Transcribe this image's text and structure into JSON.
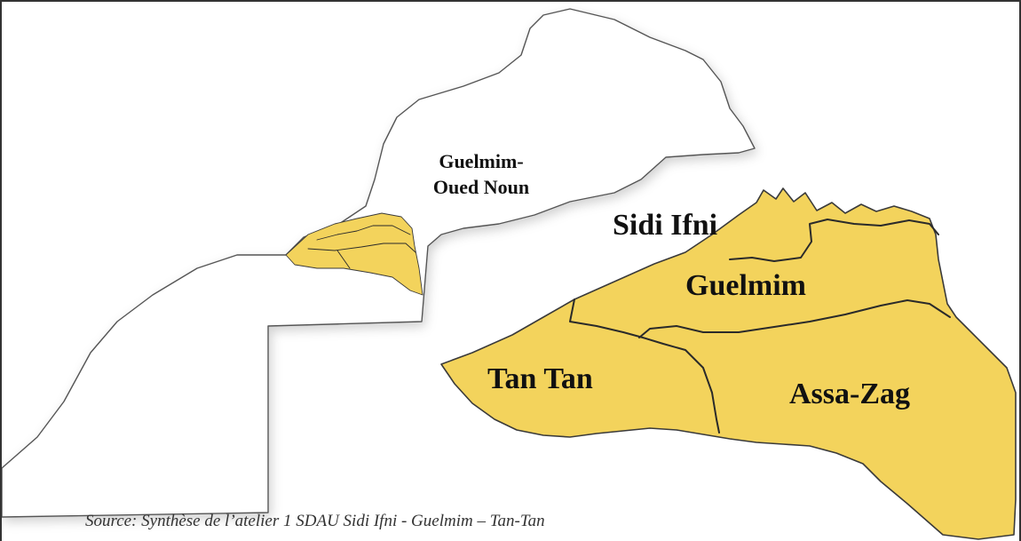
{
  "map": {
    "region_label_lines": [
      "Guelmim-",
      "Oued Noun"
    ],
    "provinces": [
      {
        "id": "sidi-ifni",
        "name": "Sidi Ifni"
      },
      {
        "id": "guelmim",
        "name": "Guelmim"
      },
      {
        "id": "tan-tan",
        "name": "Tan Tan"
      },
      {
        "id": "assa-zag",
        "name": "Assa-Zag"
      }
    ],
    "source": "Source: Synthèse de l’atelier 1 SDAU Sidi Ifni - Guelmim – Tan-Tan"
  },
  "colors": {
    "highlight": "#f3d35c",
    "outline": "#555555",
    "boundary": "#2a2a2a",
    "background": "#ffffff"
  }
}
